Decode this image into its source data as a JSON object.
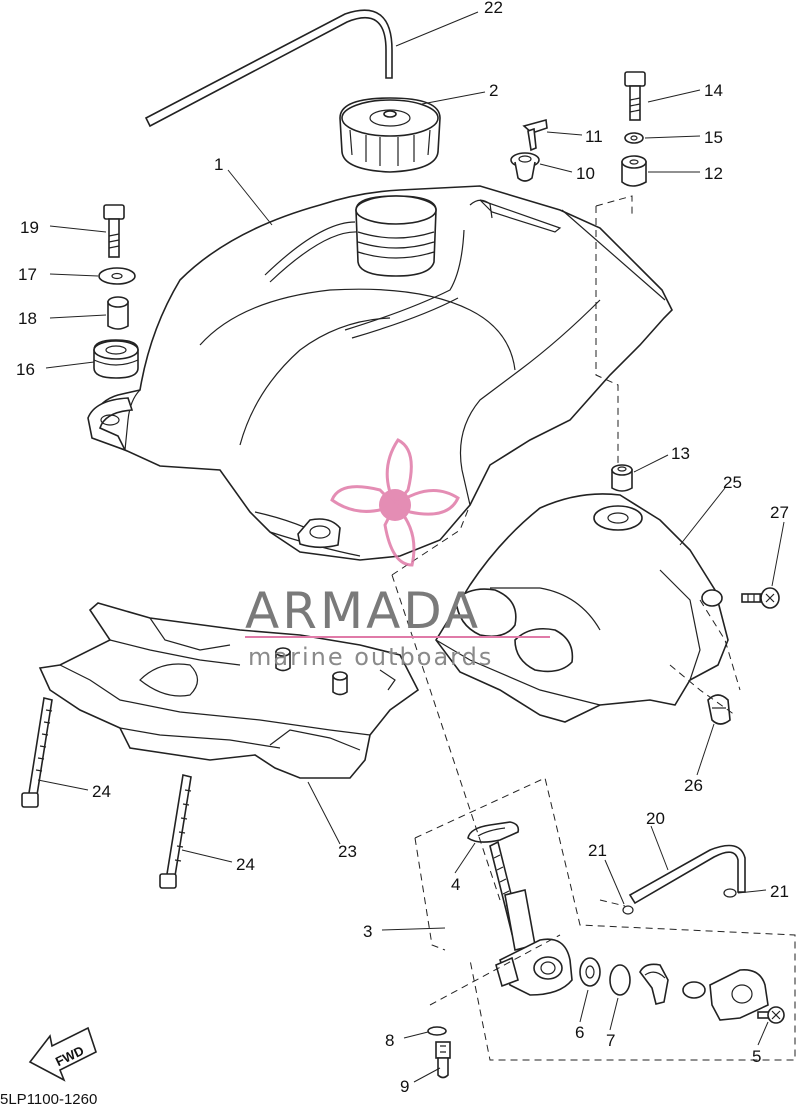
{
  "watermark": {
    "brand": "ARMADA",
    "tagline": "marine outboards",
    "accent_color": "#e07aa8"
  },
  "part_code": "5LP1100-1260",
  "fwd_label": "FWD",
  "callouts": {
    "c1": "1",
    "c2": "2",
    "c3": "3",
    "c4": "4",
    "c5": "5",
    "c6": "6",
    "c7": "7",
    "c8": "8",
    "c9": "9",
    "c10": "10",
    "c11": "11",
    "c12": "12",
    "c13": "13",
    "c14": "14",
    "c15": "15",
    "c16": "16",
    "c17": "17",
    "c18": "18",
    "c19": "19",
    "c20": "20",
    "c21a": "21",
    "c21b": "21",
    "c22": "22",
    "c23": "23",
    "c24a": "24",
    "c24b": "24",
    "c25": "25",
    "c26": "26",
    "c27": "27"
  }
}
